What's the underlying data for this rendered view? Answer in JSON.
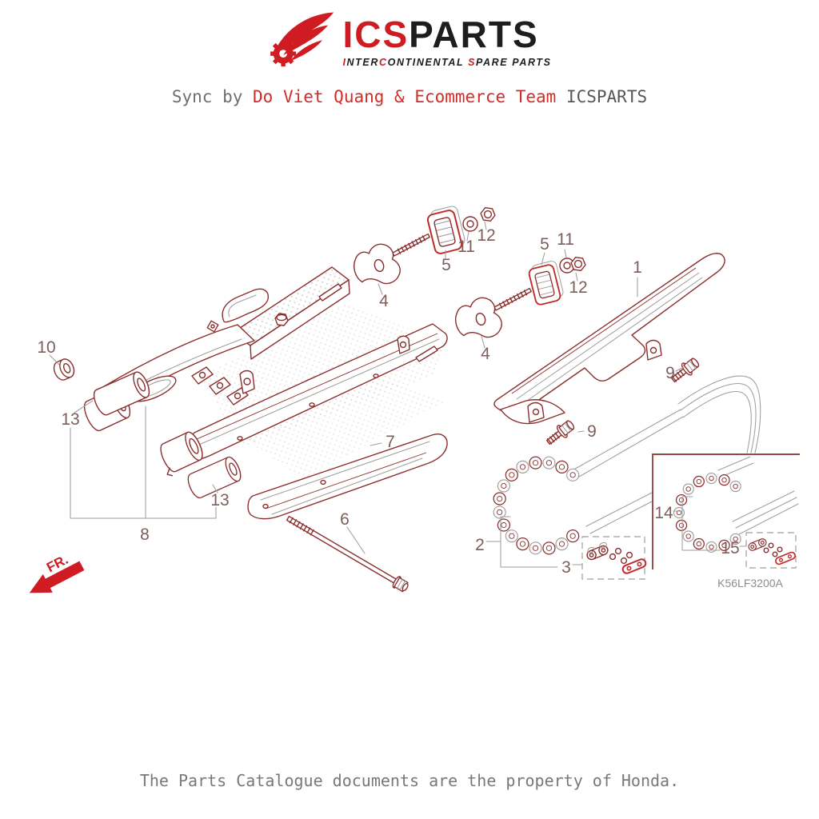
{
  "header": {
    "logo": {
      "icon_name": "wing-gear-icon",
      "title_accent": "ICS",
      "title_rest": "PARTS",
      "tagline_parts": [
        {
          "text": "I",
          "accent": true
        },
        {
          "text": "NTER",
          "accent": false
        },
        {
          "text": "C",
          "accent": true
        },
        {
          "text": "ONTINENTAL ",
          "accent": false
        },
        {
          "text": "S",
          "accent": true
        },
        {
          "text": "PARE PARTS",
          "accent": false
        }
      ]
    },
    "sync": {
      "prefix": "Sync by ",
      "team": "Do Viet Quang & Ecommerce Team ",
      "brand": "ICSPARTS"
    }
  },
  "footer": {
    "notice": "The Parts Catalogue documents are the property of Honda."
  },
  "diagram": {
    "drawing_code": "K56LF3200A",
    "direction_label": "FR.",
    "callouts": [
      {
        "part": "drive-chain-case",
        "label": "1"
      },
      {
        "part": "drive-chain",
        "label": "2"
      },
      {
        "part": "chain-joint-set",
        "label": "3"
      },
      {
        "part": "chain-adjuster-left",
        "label": "4"
      },
      {
        "part": "chain-adjuster-right",
        "label": "4"
      },
      {
        "part": "chain-slider-block-left",
        "label": "5"
      },
      {
        "part": "chain-slider-block-right",
        "label": "5"
      },
      {
        "part": "slider-bolt",
        "label": "6"
      },
      {
        "part": "swingarm-chain-slider",
        "label": "7"
      },
      {
        "part": "swingarm-pivot",
        "label": "8"
      },
      {
        "part": "case-bolt-upper",
        "label": "9"
      },
      {
        "part": "case-bolt-lower",
        "label": "9"
      },
      {
        "part": "pivot-cap",
        "label": "10"
      },
      {
        "part": "washer-left",
        "label": "11"
      },
      {
        "part": "washer-right",
        "label": "11"
      },
      {
        "part": "nut-left",
        "label": "12"
      },
      {
        "part": "nut-right",
        "label": "12"
      },
      {
        "part": "pivot-collar-left",
        "label": "13"
      },
      {
        "part": "pivot-collar-right",
        "label": "13"
      },
      {
        "part": "chain-detail",
        "label": "14"
      },
      {
        "part": "joint-detail",
        "label": "15"
      }
    ]
  },
  "colors": {
    "logo_red": "#ce1c22",
    "logo_ink": "#1d1d1d",
    "sync_gray": "#6e6e6e",
    "sync_red": "#d42b27",
    "sync_brand": "#565656",
    "footer_gray": "#787878",
    "line_maroon": "#8a2f2d",
    "line_gray": "#9e9e9e",
    "label_color": "#7c5f5c",
    "code_gray": "#8d8d8d",
    "highlight_red": "#bf2b28",
    "stipple": "#cccccc"
  }
}
